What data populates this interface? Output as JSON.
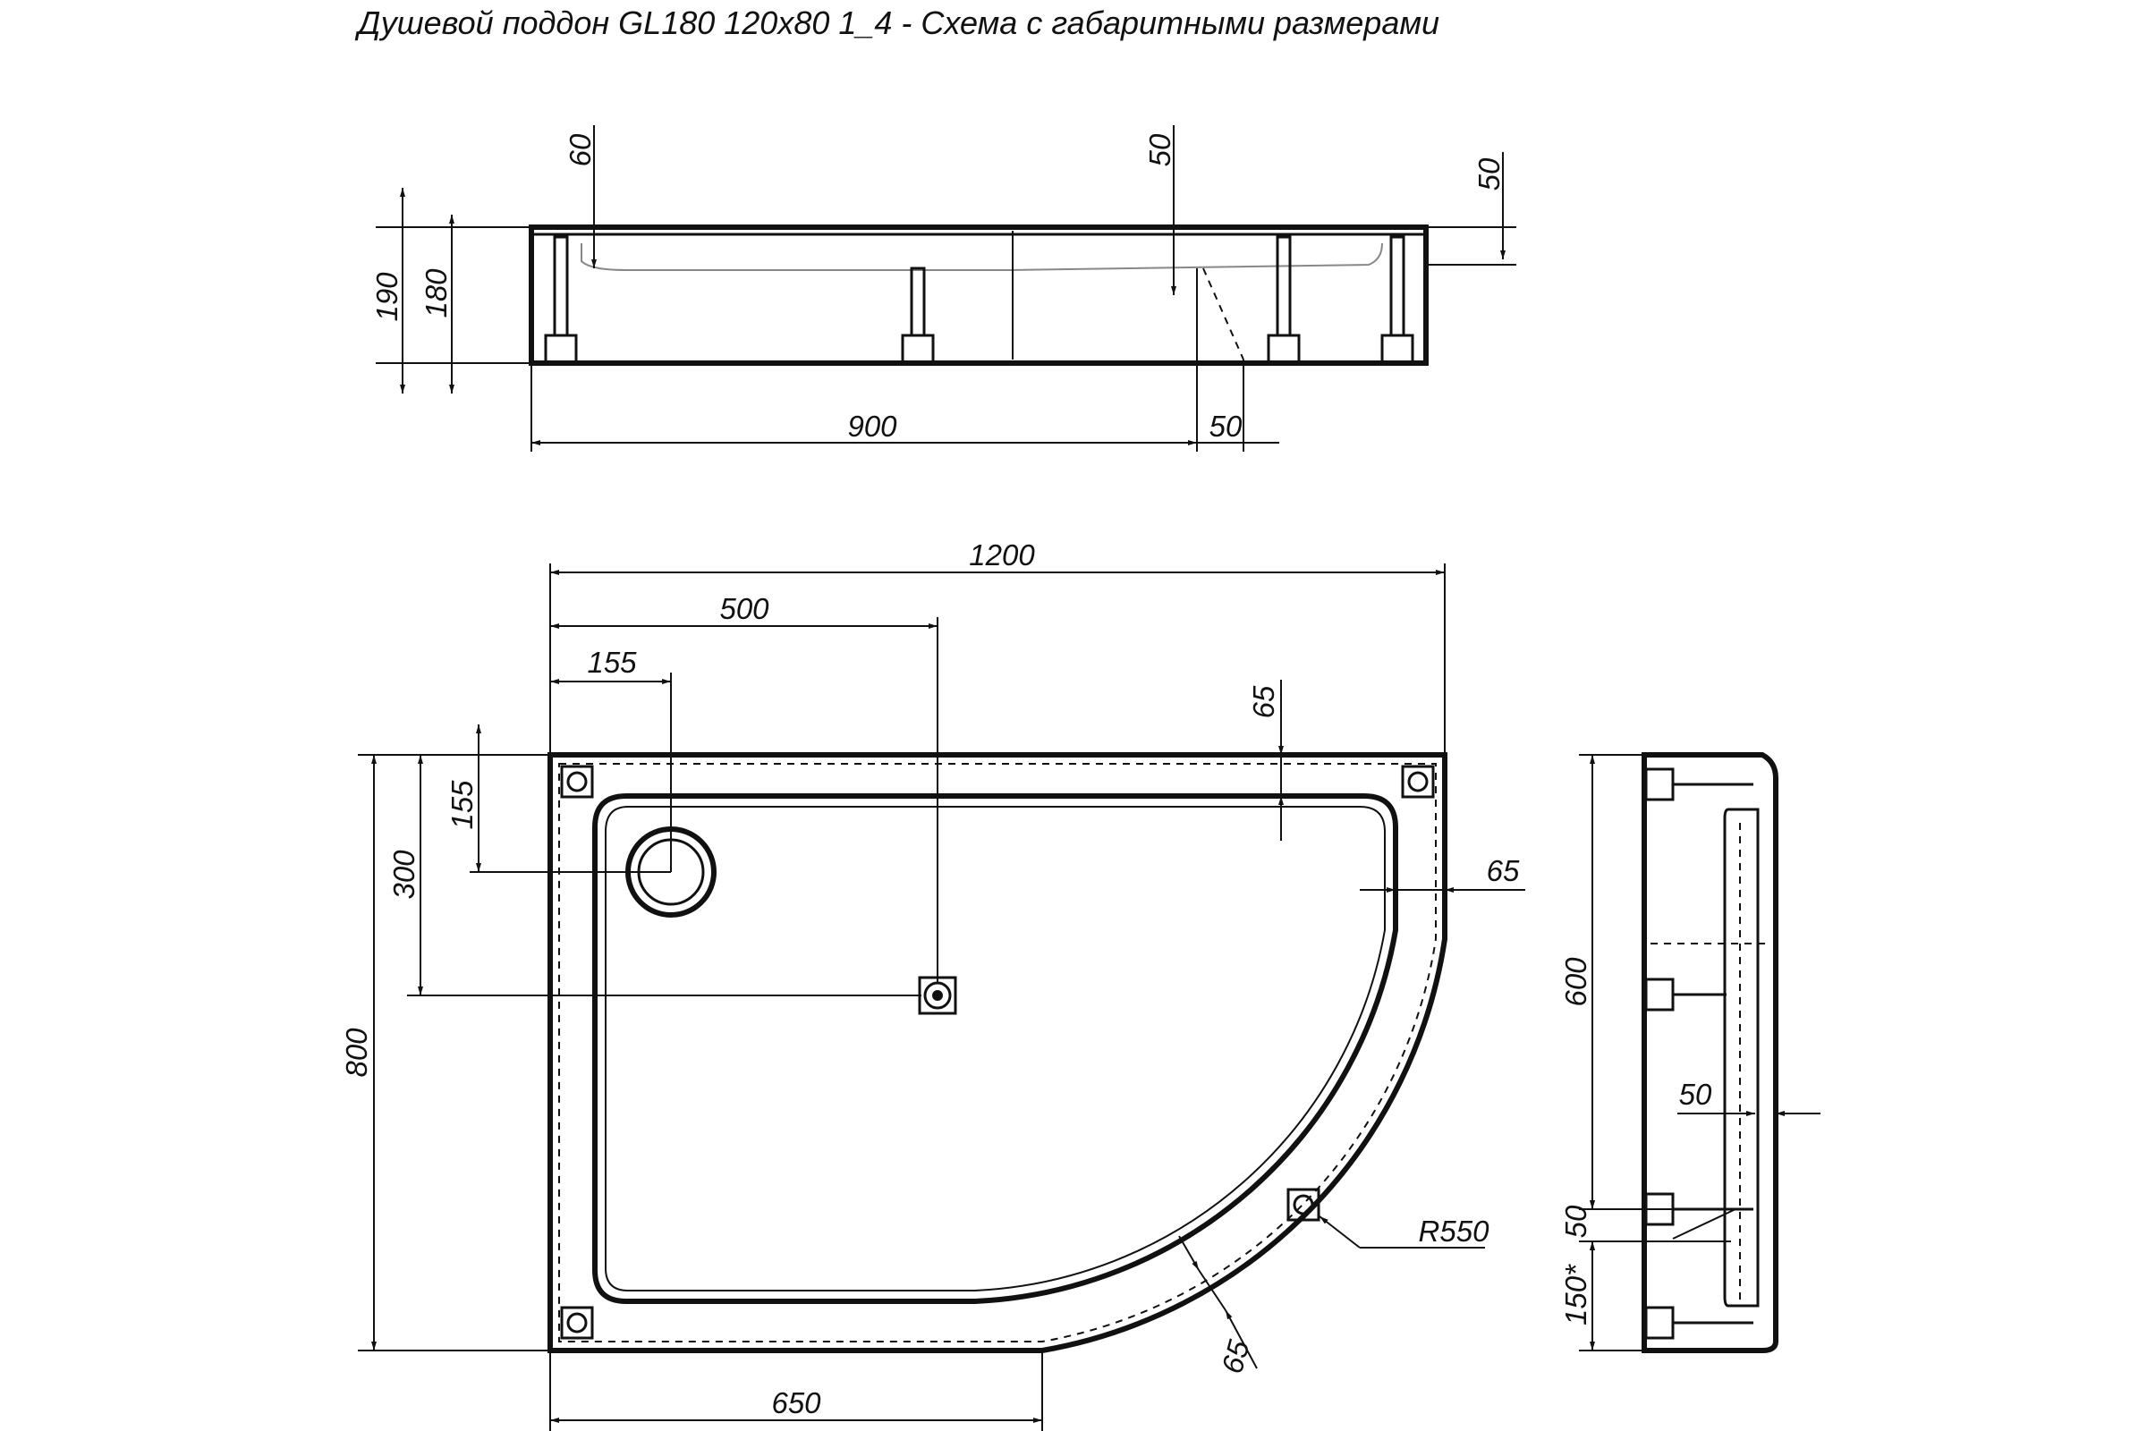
{
  "title": "Душевой поддон GL180 120x80 1_4 - Схема с габаритными размерами",
  "side_view": {
    "dims": {
      "height_total": "190",
      "height_body": "180",
      "leg_offset_left": "60",
      "leg_offset_mid": "50",
      "leg_offset_right": "50",
      "width_900": "900",
      "offset_50": "50"
    }
  },
  "plan_view": {
    "dims": {
      "width_1200": "1200",
      "drain_x_500": "500",
      "outlet_x_155": "155",
      "outlet_y_155": "155",
      "drain_y_300": "300",
      "depth_800": "800",
      "rim_top_65": "65",
      "rim_right_65": "65",
      "rim_arc_65": "65",
      "radius": "R550",
      "straight_650": "650"
    }
  },
  "end_view": {
    "dims": {
      "span_600": "600",
      "inset_50": "50",
      "offset_50": "50",
      "leg_150": "150*"
    }
  },
  "colors": {
    "lines": "#111111",
    "background": "#ffffff",
    "hidden": "#888888"
  }
}
